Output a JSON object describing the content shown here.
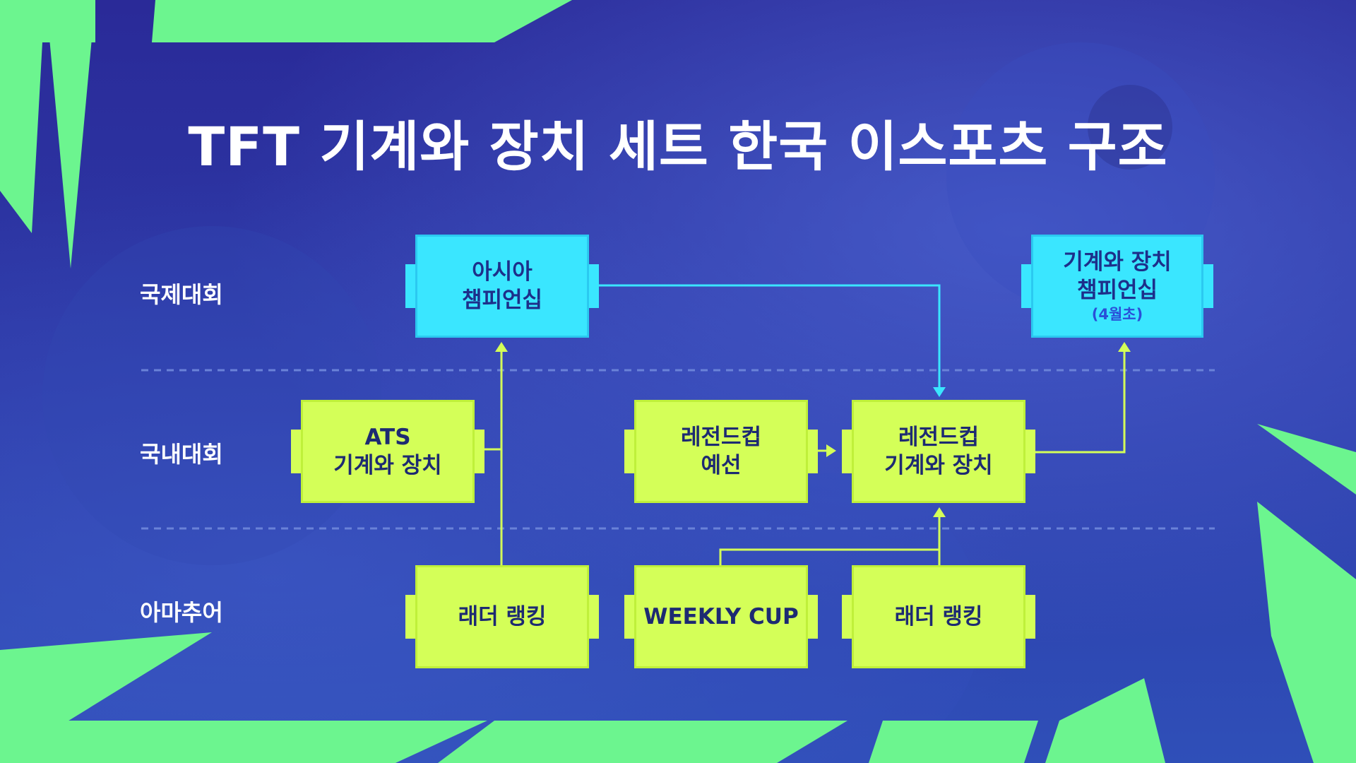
{
  "title": "TFT 기계와 장치 세트 한국 이스포츠 구조",
  "rows": {
    "international": "국제대회",
    "domestic": "국내대회",
    "amateur": "아마추어"
  },
  "nodes": {
    "asia_championship": {
      "line1": "아시아",
      "line2": "챔피언십"
    },
    "world_championship": {
      "line1": "기계와 장치",
      "line2": "챔피언십",
      "note": "(4월초)"
    },
    "ats": {
      "line1": "ATS",
      "line2": "기계와 장치"
    },
    "legend_qualifier": {
      "line1": "레전드컵",
      "line2": "예선"
    },
    "legend_cup": {
      "line1": "레전드컵",
      "line2": "기계와 장치"
    },
    "ladder_ranking_1": {
      "line1": "래더 랭킹"
    },
    "weekly_cup": {
      "line1": "WEEKLY CUP"
    },
    "ladder_ranking_2": {
      "line1": "래더 랭킹"
    }
  },
  "colors": {
    "accent_green": "#d4ff58",
    "accent_cyan": "#3ae6ff",
    "frame_green": "#6cf58f",
    "background": "#2b2b9c"
  }
}
